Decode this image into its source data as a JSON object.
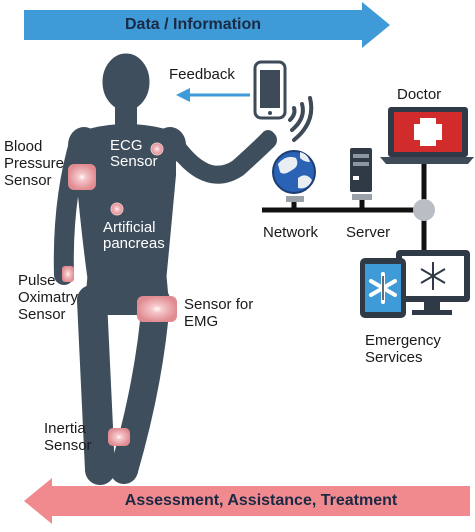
{
  "banners": {
    "top": "Data / Information",
    "bottom": "Assessment, Assistance, Treatment"
  },
  "labels": {
    "feedback": "Feedback",
    "doctor": "Doctor",
    "network": "Network",
    "server": "Server",
    "emergency_line1": "Emergency",
    "emergency_line2": "Services",
    "blood_line1": "Blood",
    "blood_line2": "Pressure",
    "blood_line3": "Sensor",
    "ecg_line1": "ECG",
    "ecg_line2": "Sensor",
    "pancreas_line1": "Artificial",
    "pancreas_line2": "pancreas",
    "pulse_line1": "Pulse",
    "pulse_line2": "Oximatry",
    "pulse_line3": "Sensor",
    "emg_line1": "Sensor for",
    "emg_line2": "EMG",
    "inertia_line1": "Inertia",
    "inertia_line2": "Sensor"
  },
  "colors": {
    "top_arrow": "#3f9ad8",
    "bottom_arrow": "#f08a8f",
    "body": "#3f4e5c",
    "device": "#3e4a57",
    "doctor_screen": "#d22b2b",
    "sensor_patch": "#e7a1a5"
  },
  "icons": {
    "phone": "smartphone-icon",
    "wifi": "wifi-signal-icon",
    "globe": "globe-icon",
    "server": "server-icon",
    "doctor": "laptop-medical-cross-icon",
    "emergency": "tablet-monitor-star-of-life-icon"
  }
}
